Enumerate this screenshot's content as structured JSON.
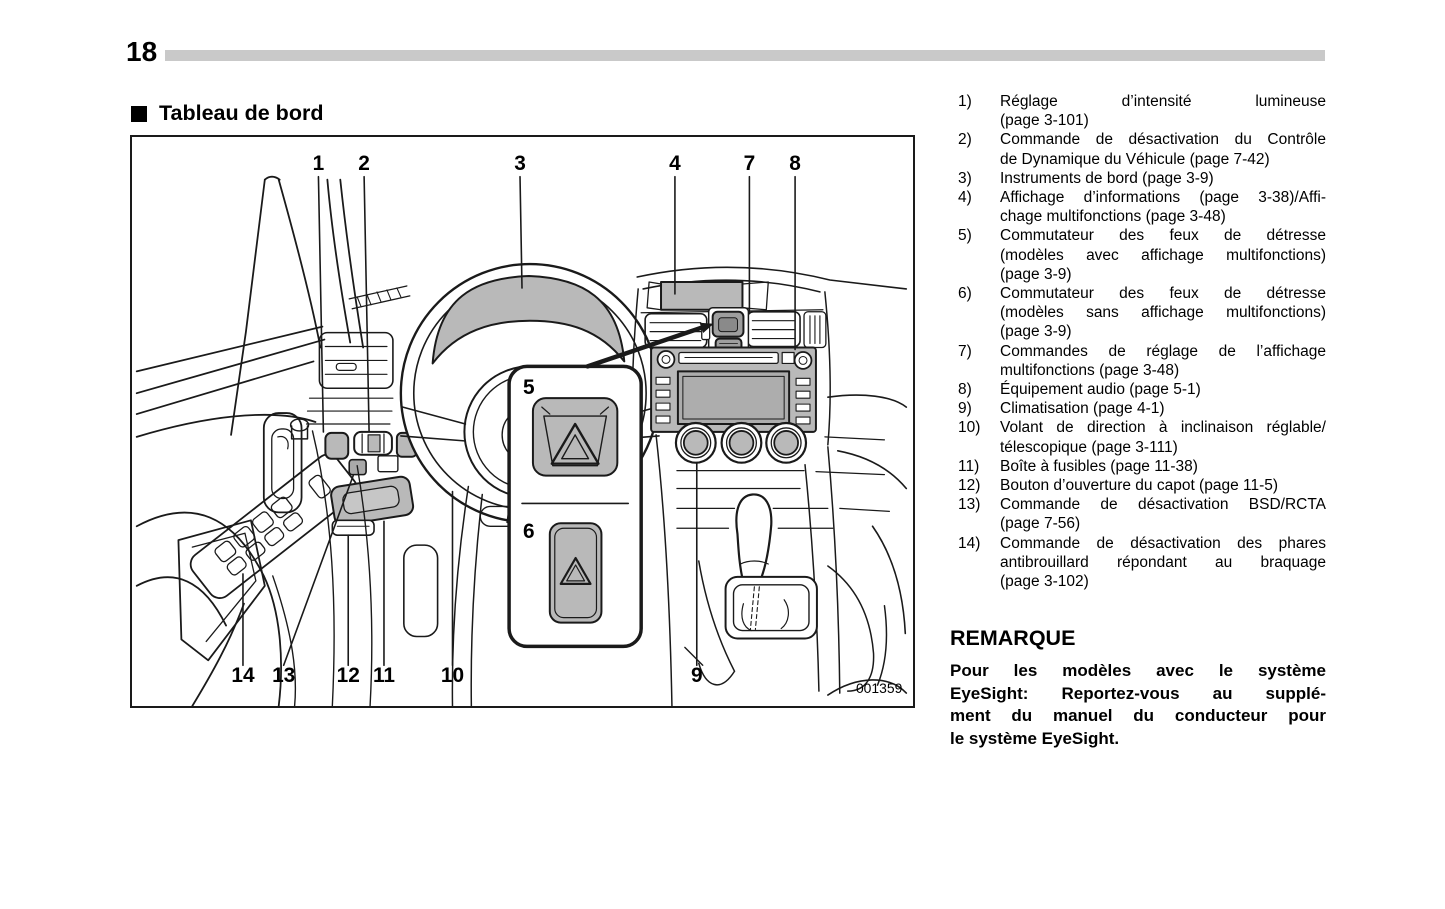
{
  "page": {
    "number": "18"
  },
  "section": {
    "title": "Tableau de bord"
  },
  "figure": {
    "code": "001359",
    "labels": [
      "1",
      "2",
      "3",
      "4",
      "7",
      "8",
      "5",
      "6",
      "14",
      "13",
      "12",
      "11",
      "10",
      "9"
    ],
    "colors": {
      "line_art_fill": "#b9b9b9",
      "header_rule": "#c9c9c9",
      "line": "#1a1a1a"
    }
  },
  "legend": {
    "items": [
      {
        "num": "1)",
        "lines": [
          "Réglage d’intensité lumineuse",
          "(page 3-101)"
        ]
      },
      {
        "num": "2)",
        "lines": [
          "Commande de désactivation du Contrôle",
          "de Dynamique du Véhicule (page 7-42)"
        ]
      },
      {
        "num": "3)",
        "lines": [
          "Instruments de bord (page 3-9)"
        ]
      },
      {
        "num": "4)",
        "lines": [
          "Affichage d’informations (page 3-38)/Affi-",
          "chage multifonctions (page 3-48)"
        ]
      },
      {
        "num": "5)",
        "lines": [
          "Commutateur des feux de détresse",
          "(modèles avec affichage multifonctions)",
          "(page 3-9)"
        ]
      },
      {
        "num": "6)",
        "lines": [
          "Commutateur des feux de détresse",
          "(modèles sans affichage multifonctions)",
          "(page 3-9)"
        ]
      },
      {
        "num": "7)",
        "lines": [
          "Commandes de réglage de l’affichage",
          "multifonctions (page 3-48)"
        ]
      },
      {
        "num": "8)",
        "lines": [
          "Équipement audio (page 5-1)"
        ]
      },
      {
        "num": "9)",
        "lines": [
          "Climatisation (page 4-1)"
        ]
      },
      {
        "num": "10)",
        "lines": [
          "Volant de direction à inclinaison réglable/",
          "télescopique (page 3-111)"
        ]
      },
      {
        "num": "11)",
        "lines": [
          "Boîte à fusibles (page 11-38)"
        ]
      },
      {
        "num": "12)",
        "lines": [
          "Bouton d’ouverture du capot (page 11-5)"
        ]
      },
      {
        "num": "13)",
        "lines": [
          "Commande de désactivation BSD/RCTA",
          "(page 7-56)"
        ]
      },
      {
        "num": "14)",
        "lines": [
          "Commande de désactivation des phares",
          "antibrouillard répondant au braquage",
          "(page 3-102)"
        ]
      }
    ]
  },
  "note": {
    "heading": "REMARQUE",
    "lines": [
      "Pour les modèles avec le système",
      "EyeSight: Reportez-vous au supplé-",
      "ment du manuel du conducteur pour",
      "le système EyeSight."
    ]
  }
}
